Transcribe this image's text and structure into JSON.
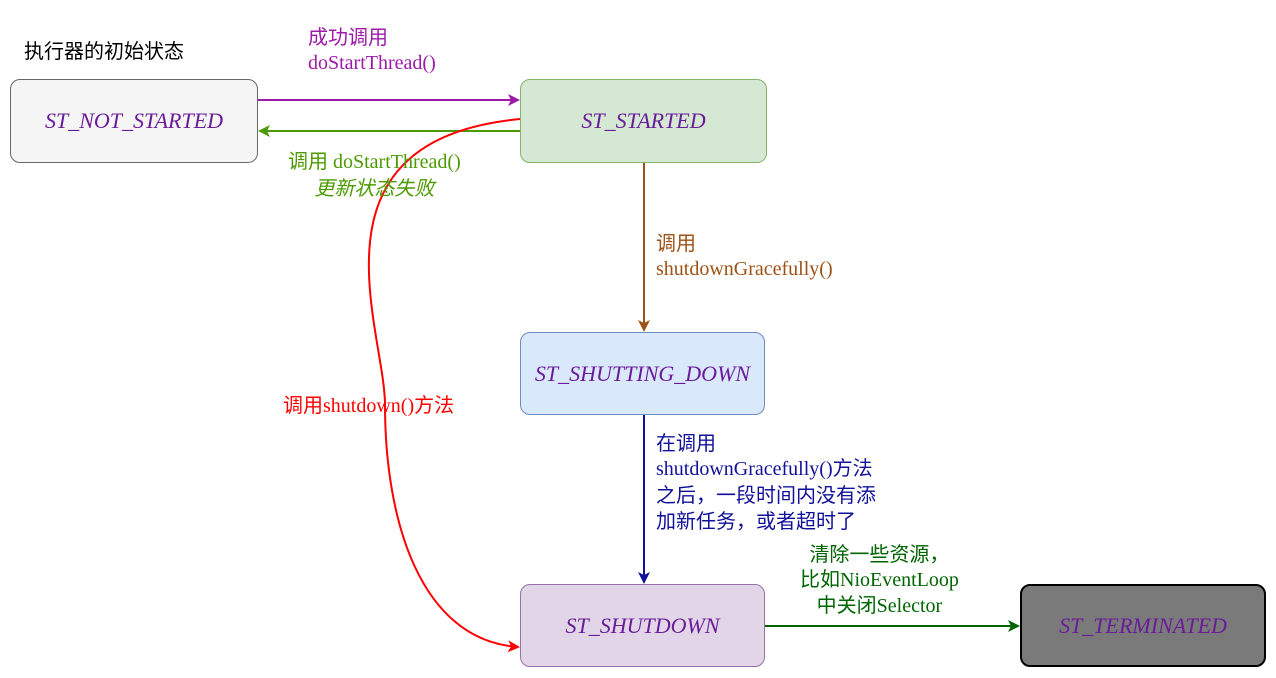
{
  "diagram": {
    "initial_note": "执行器的初始状态",
    "states": {
      "not_started": "ST_NOT_STARTED",
      "started": "ST_STARTED",
      "shutting_down": "ST_SHUTTING_DOWN",
      "shutdown": "ST_SHUTDOWN",
      "terminated": "ST_TERMINATED"
    },
    "transitions": {
      "start_success": {
        "line1": "成功调用",
        "line2": "doStartThread()"
      },
      "start_fail": {
        "line1": "调用 doStartThread()",
        "line2": "更新状态失败"
      },
      "graceful": {
        "line1": "调用",
        "line2": "shutdownGracefully()"
      },
      "shutdown_direct": {
        "line1": "调用shutdown()方法"
      },
      "graceful_done": {
        "line1": "在调用",
        "line2": "shutdownGracefully()方法",
        "line3": "之后，一段时间内没有添",
        "line4": "加新任务，或者超时了"
      },
      "terminate": {
        "line1": "清除一些资源，",
        "line2": "比如NioEventLoop",
        "line3": "中关闭Selector"
      }
    },
    "colors": {
      "purple": "#9c1aa8",
      "green": "#4d9a00",
      "brown": "#9c5214",
      "red": "#ff0000",
      "blue": "#10109a",
      "dark_green": "#006400"
    }
  }
}
